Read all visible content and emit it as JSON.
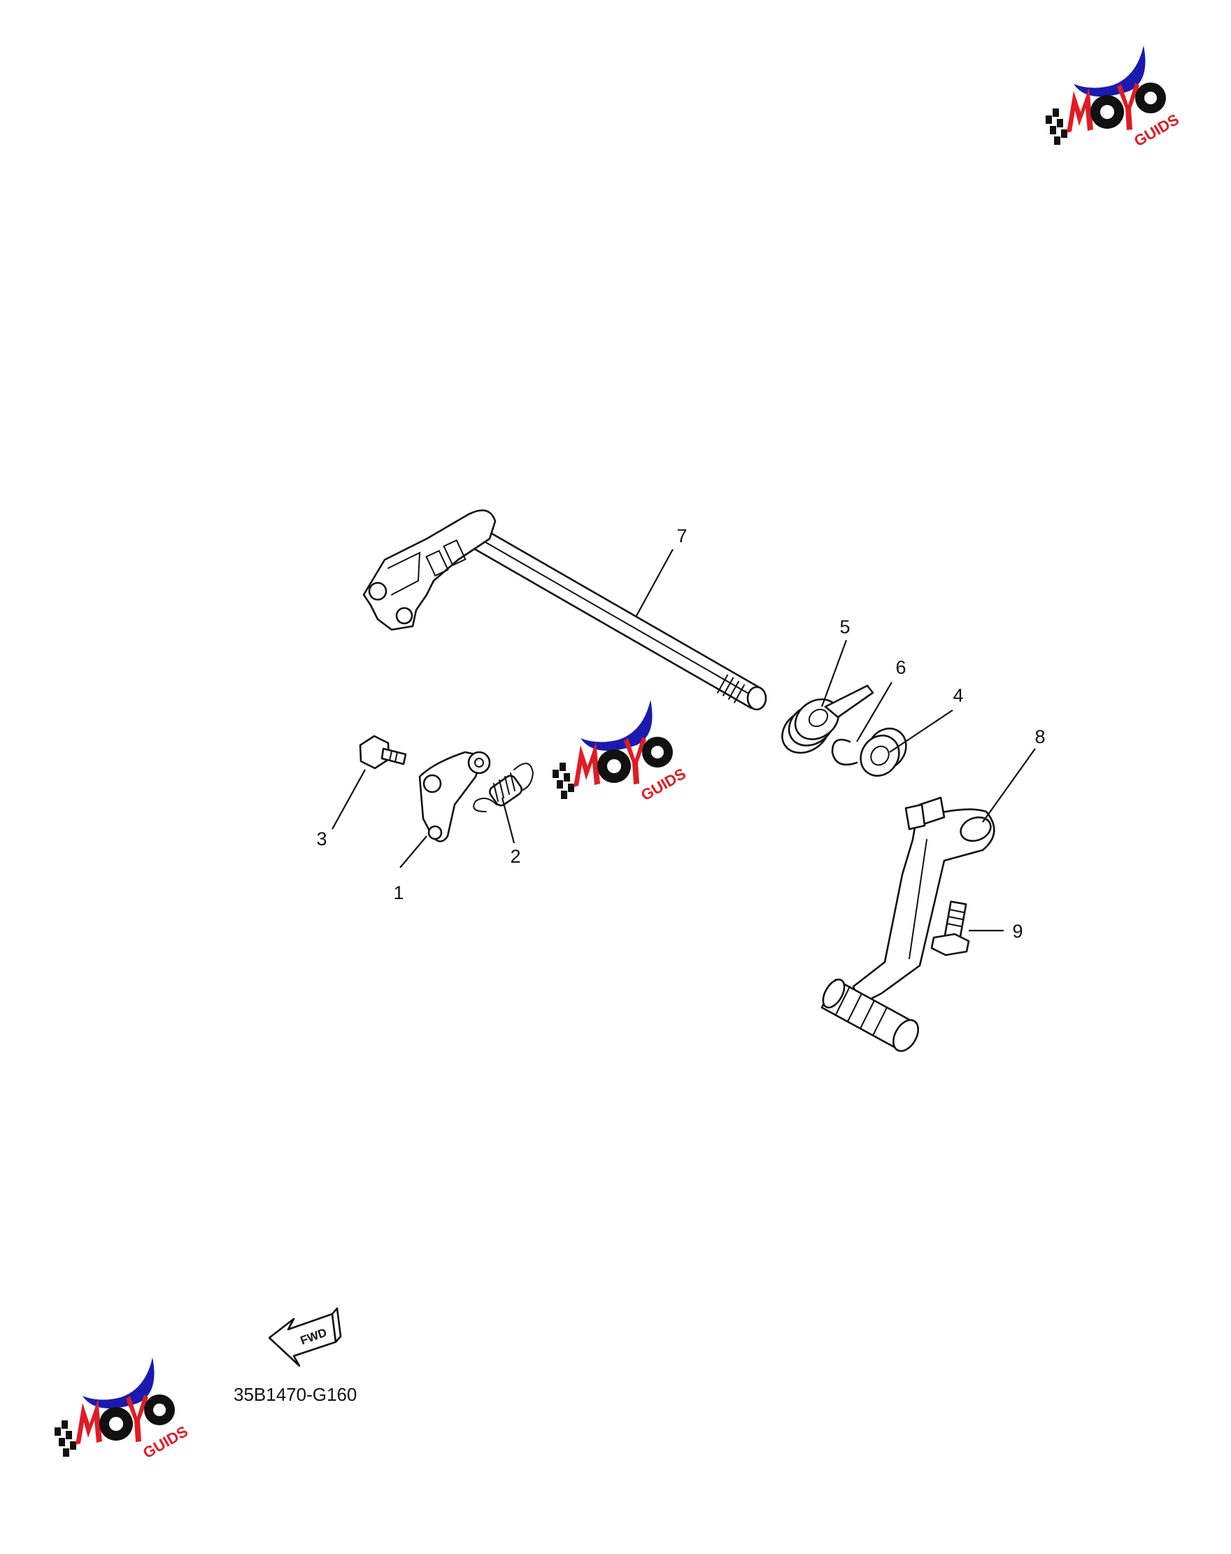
{
  "diagram": {
    "callouts": [
      {
        "id": "1",
        "label": "1"
      },
      {
        "id": "2",
        "label": "2"
      },
      {
        "id": "3",
        "label": "3"
      },
      {
        "id": "4",
        "label": "4"
      },
      {
        "id": "5",
        "label": "5"
      },
      {
        "id": "6",
        "label": "6"
      },
      {
        "id": "7",
        "label": "7"
      },
      {
        "id": "8",
        "label": "8"
      },
      {
        "id": "9",
        "label": "9"
      }
    ],
    "direction_label": "FWD",
    "figure_code": "35B1470-G160"
  },
  "watermark": {
    "text": "GUIDS",
    "colors": {
      "swoosh": "#1a1ab0",
      "letters": "#e01c24",
      "gears": "#111111"
    }
  }
}
